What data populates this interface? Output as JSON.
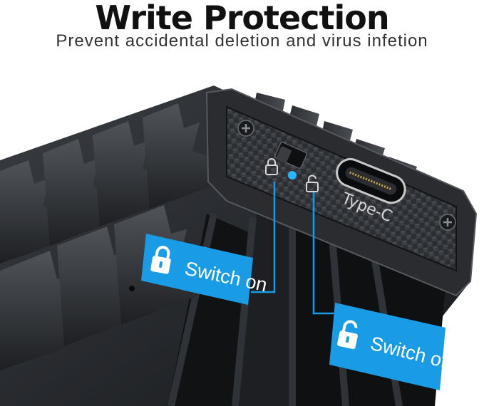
{
  "header": {
    "title": "Write Protection",
    "subtitle": "Prevent accidental deletion and virus infetion"
  },
  "device": {
    "port_label": "Type-C"
  },
  "callouts": {
    "switch_on_label": "Switch on",
    "switch_off_label": "Switch off"
  },
  "icons": {
    "lock_closed": "lock-closed-icon",
    "lock_open": "lock-open-icon",
    "screw": "screw-icon"
  },
  "colors": {
    "callout_blue": "#1a9be6",
    "led_blue": "#29b6ff",
    "body_dark": "#1b1d20"
  }
}
